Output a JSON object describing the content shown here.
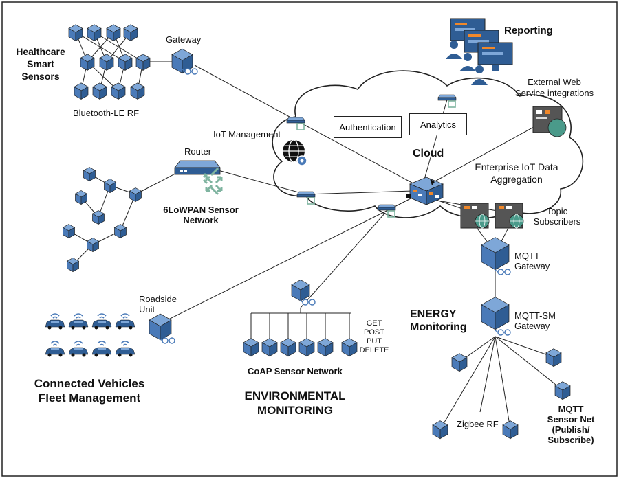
{
  "labels": {
    "healthcare": [
      "Healthcare",
      "Smart",
      "Sensors"
    ],
    "gateway": "Gateway",
    "bluetooth": "Bluetooth-LE RF",
    "reporting": "Reporting",
    "external": [
      "External Web",
      "Service integrations"
    ],
    "iot_management": "IoT Management",
    "authentication": "Authentication",
    "analytics": "Analytics",
    "cloud": "Cloud",
    "aggregation": [
      "Enterprise IoT Data",
      "Aggregation"
    ],
    "router": "Router",
    "lowpan": [
      "6LoWPAN Sensor",
      "Network"
    ],
    "topic": [
      "Topic",
      "Subscribers"
    ],
    "mqtt_gateway": [
      "MQTT",
      "Gateway"
    ],
    "roadside": [
      "Roadside",
      "Unit"
    ],
    "energy": [
      "ENERGY",
      "Monitoring"
    ],
    "mqtt_sm": [
      "MQTT-SM",
      "Gateway"
    ],
    "coap_methods": [
      "GET",
      "POST",
      "PUT",
      "DELETE"
    ],
    "coap_net": "CoAP Sensor Network",
    "vehicles": [
      "Connected Vehicles",
      "Fleet Management"
    ],
    "environmental": [
      "ENVIRONMENTAL",
      "MONITORING"
    ],
    "zigbee": "Zigbee RF",
    "mqtt_sensor": [
      "MQTT",
      "Sensor Net",
      "(Publish/",
      "Subscribe)"
    ]
  },
  "colors": {
    "cube_front": "#4a7ab8",
    "cube_top": "#7ea7d8",
    "cube_side": "#2f5d94",
    "accent_orange": "#f0882a",
    "globe": "#4a9a8a",
    "green_arrows": "#7fb4a0"
  }
}
